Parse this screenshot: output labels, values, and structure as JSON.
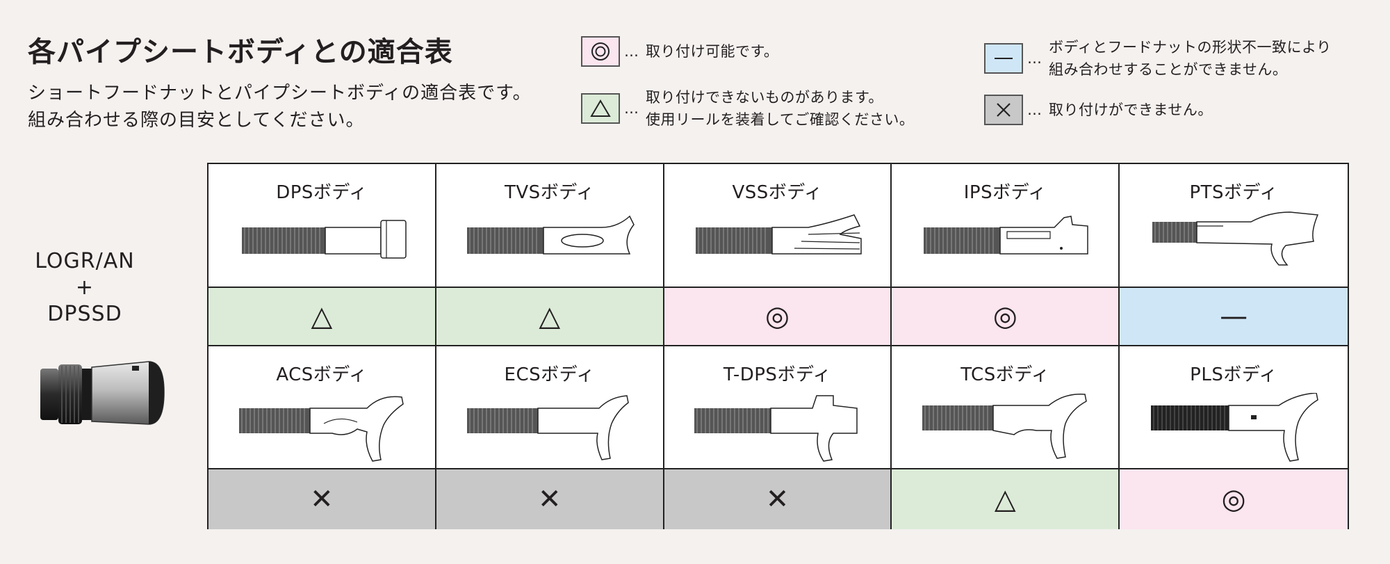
{
  "header": {
    "title": "各パイプシートボディとの適合表",
    "description_lines": [
      "ショートフードナットとパイプシートボディの適合表です。",
      "組み合わせる際の目安としてください。"
    ]
  },
  "legend": [
    {
      "symbol": "◎",
      "color": "#fbe5ee",
      "lines": [
        "取り付け可能です。"
      ]
    },
    {
      "symbol": "△",
      "color": "#dcebd8",
      "lines": [
        "取り付けできないものがあります。",
        "使用リールを装着してご確認ください。"
      ]
    },
    {
      "symbol": "—",
      "color": "#cfe6f6",
      "lines": [
        "ボディとフードナットの形状不一致により",
        "組み合わせすることができません。"
      ]
    },
    {
      "symbol": "✕",
      "color": "#c8c8c8",
      "lines": [
        "取り付けができません。"
      ]
    }
  ],
  "legend_separator": "…",
  "product": {
    "label_lines": [
      "LOGR/AN",
      "+",
      "DPSSD"
    ]
  },
  "table": {
    "rows": [
      {
        "bodies": [
          "DPSボディ",
          "TVSボディ",
          "VSSボディ",
          "IPSボディ",
          "PTSボディ"
        ],
        "results": [
          "△",
          "△",
          "◎",
          "◎",
          "—"
        ],
        "result_classes": [
          "r-tri",
          "r-tri",
          "r-dbl",
          "r-dbl",
          "r-dash"
        ]
      },
      {
        "bodies": [
          "ACSボディ",
          "ECSボディ",
          "T-DPSボディ",
          "TCSボディ",
          "PLSボディ"
        ],
        "results": [
          "✕",
          "✕",
          "✕",
          "△",
          "◎"
        ],
        "result_classes": [
          "r-x",
          "r-x",
          "r-x",
          "r-tri",
          "r-dbl"
        ]
      }
    ]
  }
}
